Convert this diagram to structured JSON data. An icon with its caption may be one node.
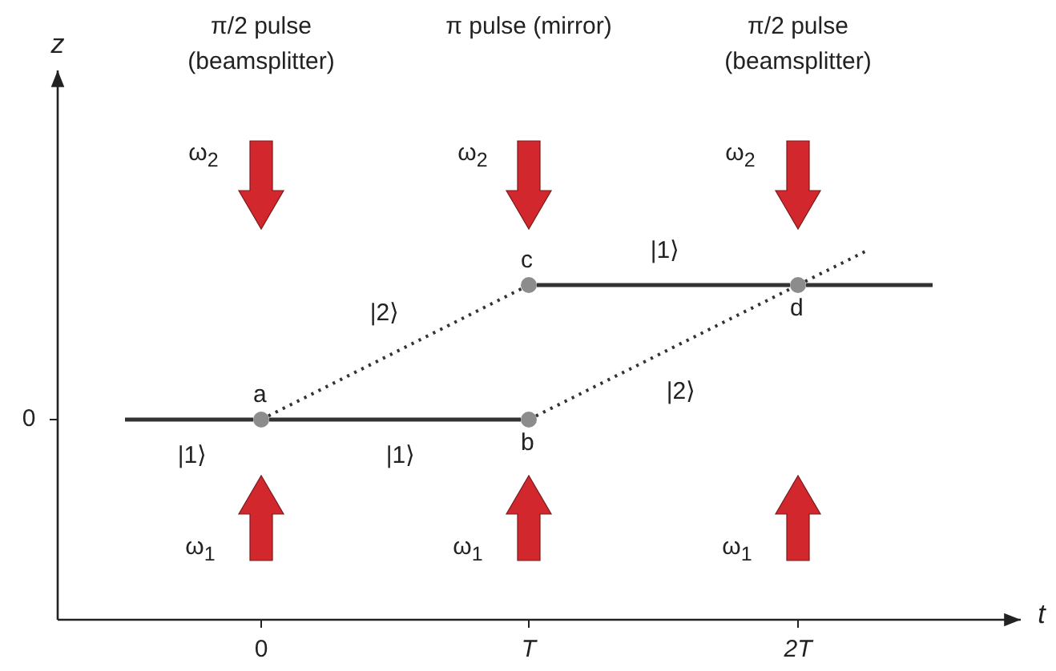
{
  "diagram": {
    "nodes": [
      {
        "text": [
          "a"
        ]
      },
      {
        "text": [
          "b"
        ]
      },
      {
        "text": [
          "c"
        ]
      },
      {
        "text": [
          "d"
        ]
      }
    ],
    "edges": [
      {
        "from": null,
        "to": 0,
        "arrow": "none",
        "label": "|1⟩"
      },
      {
        "from": 0,
        "to": 1,
        "arrow": "none",
        "label": "|1⟩"
      },
      {
        "from": 0,
        "to": 2,
        "arrow": "none",
        "label": "|2⟩",
        "style": "dashed"
      },
      {
        "from": 2,
        "to": 3,
        "arrow": "none",
        "label": "|1⟩"
      },
      {
        "from": 1,
        "to": 3,
        "arrow": "none",
        "label": "|2⟩",
        "style": "dashed"
      },
      {
        "from": 3,
        "to": null,
        "arrow": "none"
      },
      {
        "from": 3,
        "to": null,
        "arrow": "none",
        "style": "dashed"
      }
    ],
    "labels": [
      "z",
      "π/2 pulse (beamsplitter)",
      "π pulse (mirror)",
      "π/2 pulse (beamsplitter)",
      "ω$_{2}$",
      "ω$_{2}$",
      "ω$_{2}$",
      "0",
      "ω$_{1}$",
      "ω$_{1}$",
      "ω$_{1}$",
      "t",
      "0",
      "T",
      "2T"
    ]
  }
}
